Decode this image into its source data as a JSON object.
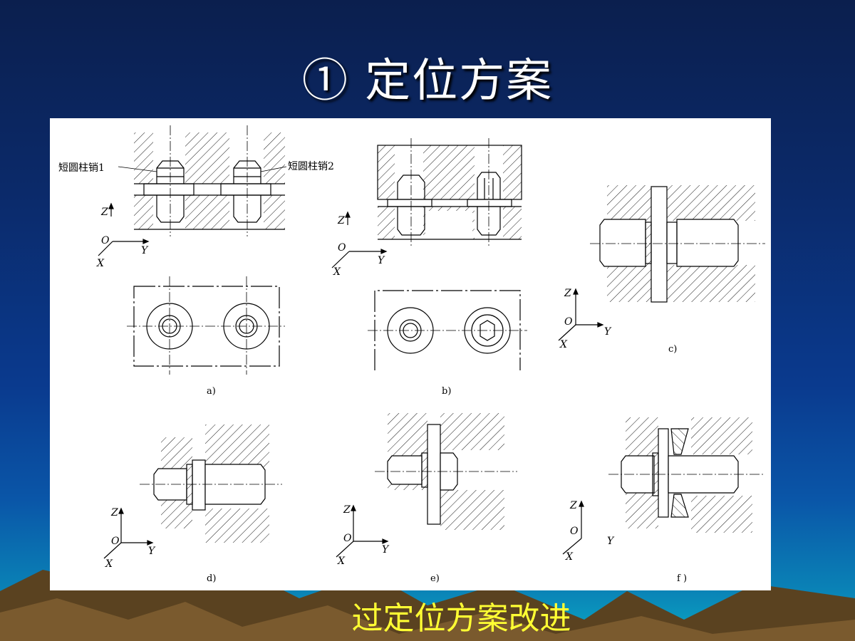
{
  "slide": {
    "title": "① 定位方案",
    "caption": "过定位方案改进"
  },
  "diagram": {
    "callouts": {
      "pin1": "短圆柱销1",
      "pin2": "短圆柱销2"
    },
    "subfigures": [
      "a)",
      "b)",
      "c)",
      "d)",
      "e)",
      "f )"
    ],
    "axes": {
      "z": "Z",
      "y": "Y",
      "x": "X",
      "origin": "O"
    }
  },
  "colors": {
    "caption": "#ffff33",
    "panel": "#ffffff",
    "title": "#ffffff"
  }
}
